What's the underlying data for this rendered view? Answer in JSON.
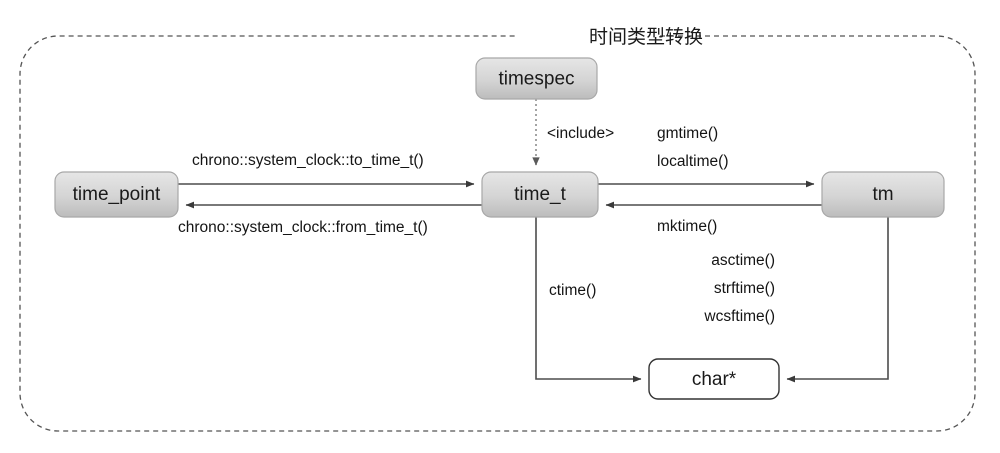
{
  "diagram": {
    "title": "时间类型转换",
    "nodes": [
      {
        "id": "time_point",
        "label": "time_point",
        "style": "gray"
      },
      {
        "id": "timespec",
        "label": "timespec",
        "style": "gray"
      },
      {
        "id": "time_t",
        "label": "time_t",
        "style": "gray"
      },
      {
        "id": "tm",
        "label": "tm",
        "style": "gray"
      },
      {
        "id": "charp",
        "label": "char*",
        "style": "white"
      }
    ],
    "edges": [
      {
        "id": "tp-to-tt",
        "from": "time_point",
        "to": "time_t",
        "label": "chrono::system_clock::to_time_t()",
        "style": "solid"
      },
      {
        "id": "tt-to-tp",
        "from": "time_t",
        "to": "time_point",
        "label": "chrono::system_clock::from_time_t()",
        "style": "solid"
      },
      {
        "id": "ts-to-tt",
        "from": "timespec",
        "to": "time_t",
        "label": "<include>",
        "style": "dotted"
      },
      {
        "id": "tt-to-tm",
        "from": "time_t",
        "to": "tm",
        "label": "gmtime()\nlocaltime()",
        "style": "solid"
      },
      {
        "id": "tm-to-tt",
        "from": "tm",
        "to": "time_t",
        "label": "mktime()",
        "style": "solid"
      },
      {
        "id": "tt-to-cp",
        "from": "time_t",
        "to": "charp",
        "label": "ctime()",
        "style": "solid"
      },
      {
        "id": "tm-to-cp",
        "from": "tm",
        "to": "charp",
        "label": "asctime()\nstrftime()\nwcsftime()",
        "style": "solid"
      }
    ],
    "labels": {
      "to_time_t": "chrono::system_clock::to_time_t()",
      "from_time_t": "chrono::system_clock::from_time_t()",
      "include": "<include>",
      "gmtime": "gmtime()",
      "localtime": "localtime()",
      "mktime": "mktime()",
      "ctime": "ctime()",
      "asctime": "asctime()",
      "strftime": "strftime()",
      "wcsftime": "wcsftime()"
    },
    "colors": {
      "box_gray_top": "#e4e4e4",
      "box_gray_bottom": "#bdbdbd",
      "box_border": "#a8a8a8",
      "box_white_fill": "#ffffff",
      "box_white_border": "#333333",
      "connector": "#4d4d4d",
      "dotted_connector": "#9a9a9a",
      "frame_border": "#555555",
      "text": "#1a1a1a",
      "background": "#ffffff"
    }
  }
}
